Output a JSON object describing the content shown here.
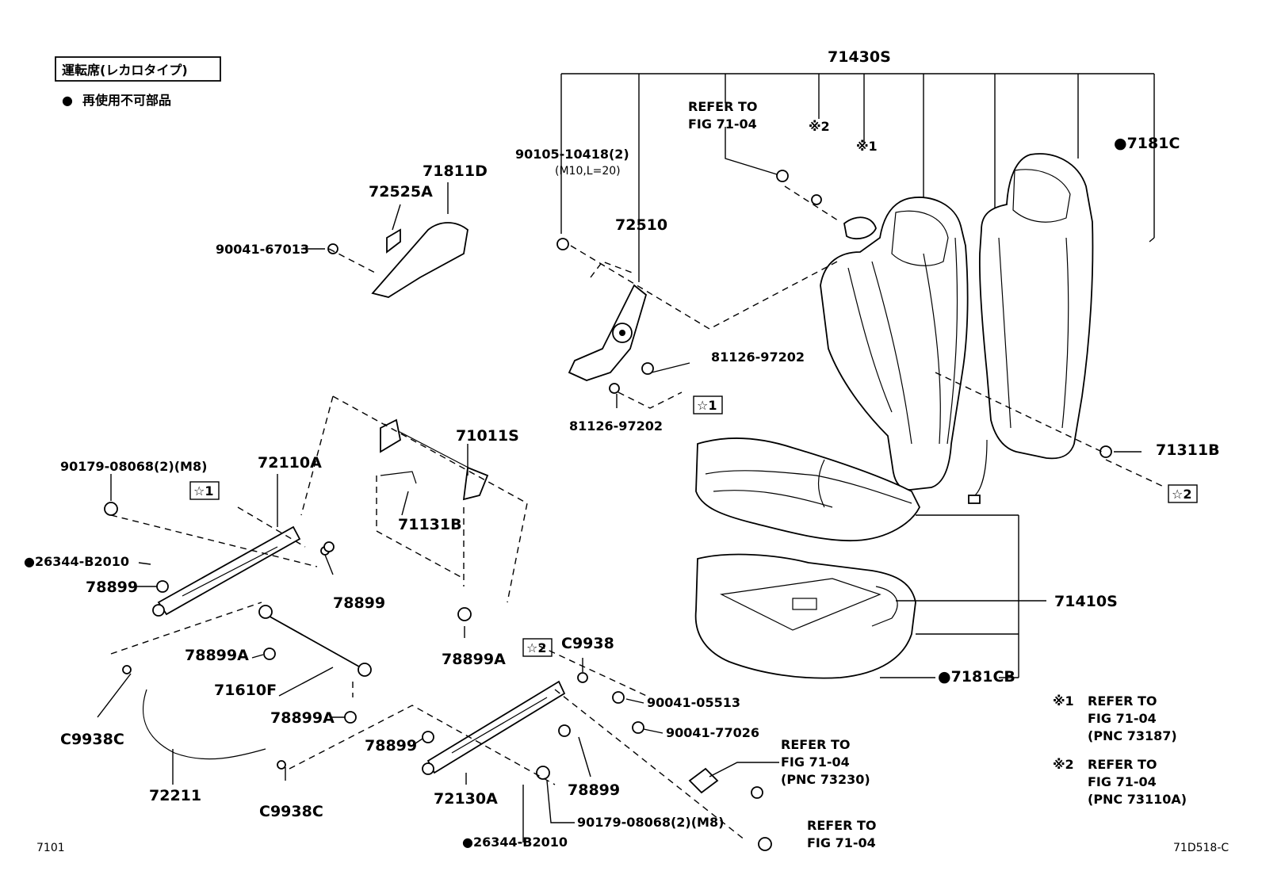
{
  "header": {
    "seat_type_box": "運転席(レカロタイプ)",
    "legend_symbol": "●",
    "legend_text": "再使用不可部品"
  },
  "footer": {
    "page_code": "7101",
    "figure_code": "71D518-C"
  },
  "parts": {
    "p71430S": "71430S",
    "refer_fig_7104_a_line1": "REFER TO",
    "refer_fig_7104_a_line2": "FIG 71-04",
    "note2_mark": "※2",
    "note1_mark": "※1",
    "p7181C": "●7181C",
    "p90105": "90105-10418(2)",
    "p90105_spec": "(M10,L=20)",
    "p71811D": "71811D",
    "p72525A": "72525A",
    "p90041_67013": "90041-67013",
    "p72510": "72510",
    "p81126_a": "81126-97202",
    "p81126_b": "81126-97202",
    "star1_a": "☆1",
    "p71311B": "71311B",
    "star2_a": "☆2",
    "p71011S": "71011S",
    "p71131B": "71131B",
    "p90179_top": "90179-08068(2)(M8)",
    "p72110A": "72110A",
    "star1_b": "☆1",
    "p26344_left": "●26344-B2010",
    "p78899_left": "78899",
    "p78899_mid": "78899",
    "p78899A_center": "78899A",
    "p78899A_left": "78899A",
    "p71610F": "71610F",
    "p78899A_lower": "78899A",
    "p71410S": "71410S",
    "p7181CB": "●7181CB",
    "star2_b": "☆2",
    "pC9938": "C9938",
    "p90041_05513": "90041-05513",
    "p90041_77026": "90041-77026",
    "pC9938C_left": "C9938C",
    "p72211": "72211",
    "pC9938C_bottom": "C9938C",
    "p78899_right_a": "78899",
    "p72130A": "72130A",
    "p78899_right_b": "78899",
    "p90179_bottom": "90179-08068(2)(M8)",
    "p26344_bottom": "●26344-B2010",
    "refer_pnc73230_l1": "REFER TO",
    "refer_pnc73230_l2": "FIG 71-04",
    "refer_pnc73230_l3": "(PNC 73230)",
    "refer_fig_b_l1": "REFER TO",
    "refer_fig_b_l2": "FIG 71-04"
  },
  "notes": [
    {
      "mark": "※1",
      "line1": "REFER TO",
      "line2": "FIG 71-04",
      "line3": "(PNC 73187)"
    },
    {
      "mark": "※2",
      "line1": "REFER TO",
      "line2": "FIG 71-04",
      "line3": "(PNC 73110A)"
    }
  ]
}
